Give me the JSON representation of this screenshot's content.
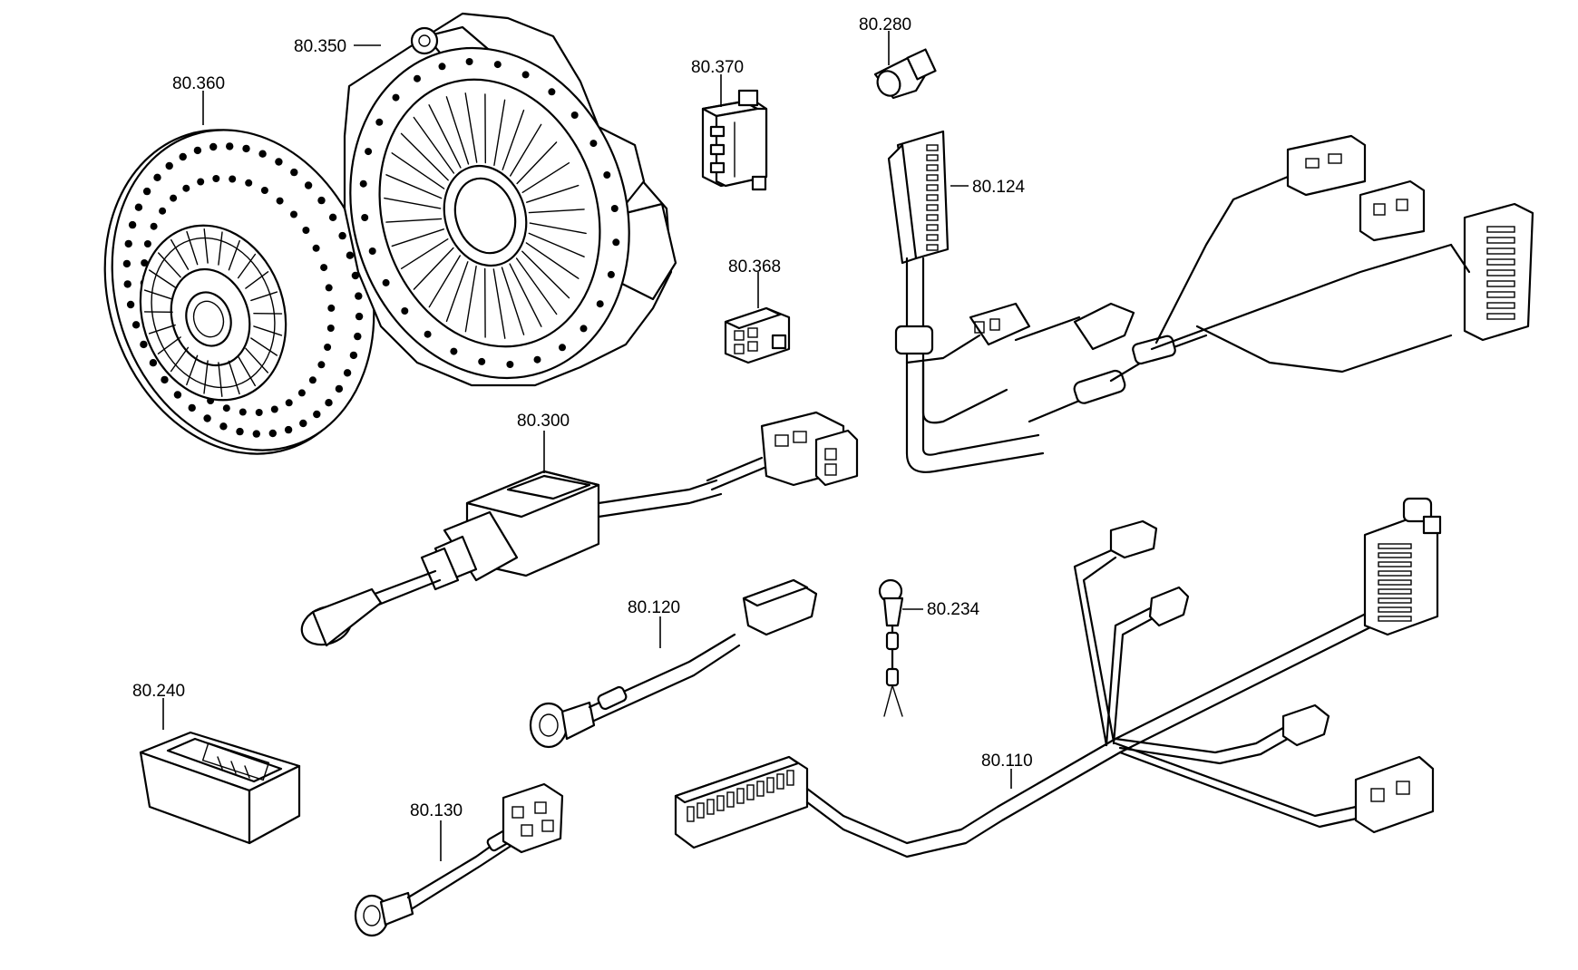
{
  "parts": [
    {
      "id": "80.360",
      "label": "80.360"
    },
    {
      "id": "80.350",
      "label": "80.350"
    },
    {
      "id": "80.370",
      "label": "80.370"
    },
    {
      "id": "80.280",
      "label": "80.280"
    },
    {
      "id": "80.124",
      "label": "80.124"
    },
    {
      "id": "80.368",
      "label": "80.368"
    },
    {
      "id": "80.300",
      "label": "80.300"
    },
    {
      "id": "80.120",
      "label": "80.120"
    },
    {
      "id": "80.234",
      "label": "80.234"
    },
    {
      "id": "80.240",
      "label": "80.240"
    },
    {
      "id": "80.130",
      "label": "80.130"
    },
    {
      "id": "80.110",
      "label": "80.110"
    }
  ],
  "colors": {
    "line": "#000000",
    "background": "#ffffff"
  }
}
